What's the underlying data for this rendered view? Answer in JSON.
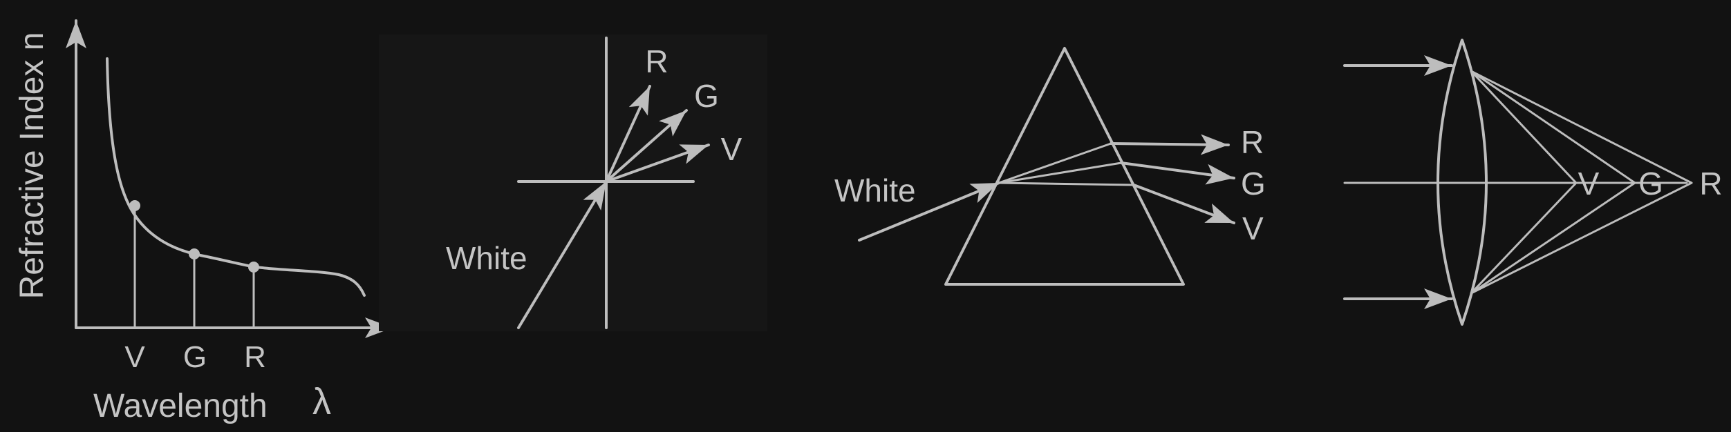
{
  "panel1": {
    "y_axis_label": "Refractive Index n",
    "x_axis_label": "Wavelength",
    "x_axis_symbol": "λ",
    "tick_labels": [
      "V",
      "G",
      "R"
    ]
  },
  "panel2": {
    "incident_label": "White",
    "ray_labels": [
      "R",
      "G",
      "V"
    ]
  },
  "panel3": {
    "incident_label": "White",
    "ray_labels": [
      "R",
      "G",
      "V"
    ]
  },
  "panel4": {
    "focus_labels": [
      "V",
      "G",
      "R"
    ]
  },
  "colors": {
    "background": "#121212",
    "stroke": "#bdbdbd",
    "text": "#c4c4c4"
  }
}
